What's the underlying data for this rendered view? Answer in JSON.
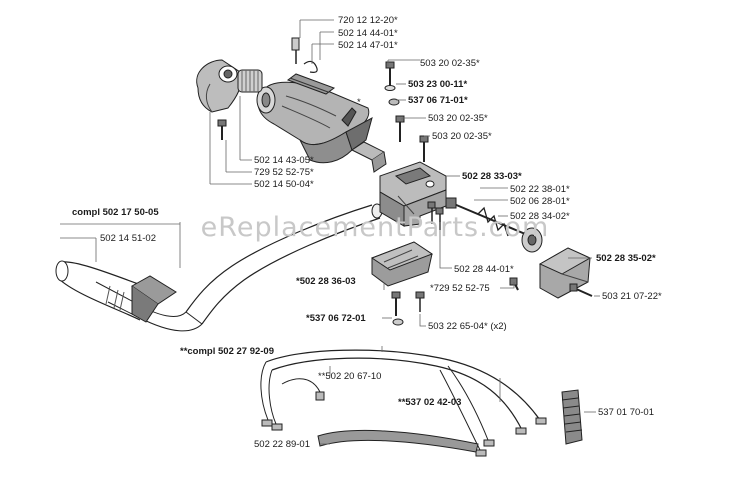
{
  "watermark": "eReplacementParts.com",
  "labels": {
    "p_720_12_12_20": "720 12 12-20*",
    "p_502_14_44_01": "502 14 44-01*",
    "p_502_14_47_01": "502 14 47-01*",
    "p_503_20_02_35_a": "503 20 02-35*",
    "p_503_23_00_11": "503 23 00-11*",
    "p_537_06_71_01": "537 06 71-01*",
    "star_mark": "*",
    "p_503_20_02_35_b": "503 20 02-35*",
    "p_503_20_02_35_c": "503 20 02-35*",
    "p_502_14_43_05": "502 14 43-05*",
    "p_729_52_52_75_a": "729 52 52-75*",
    "p_502_14_50_04": "502 14 50-04*",
    "p_502_28_33_03": "502 28 33-03*",
    "p_502_22_38_01": "502 22 38-01*",
    "p_502_06_28_01": "502 06 28-01*",
    "p_502_28_34_02": "502 28 34-02*",
    "compl_502_17_50_05": "compl 502 17 50-05",
    "p_502_14_51_02": "502 14 51-02",
    "p_502_28_35_02": "502 28 35-02*",
    "p_502_28_44_01": "502 28 44-01*",
    "p_502_28_36_03": "*502 28 36-03",
    "p_729_52_52_75_b": "*729 52 52-75",
    "p_503_21_07_22": "503 21 07-22*",
    "p_537_06_72_01": "*537 06 72-01",
    "p_503_22_65_04": "503 22 65-04* (x2)",
    "compl_502_27_92_09": "**compl 502 27 92-09",
    "p_502_20_67_10": "**502 20 67-10",
    "p_537_02_42_03": "**537 02 42-03",
    "p_537_01_70_01": "537 01 70-01",
    "p_502_22_89_01": "502 22 89-01"
  }
}
